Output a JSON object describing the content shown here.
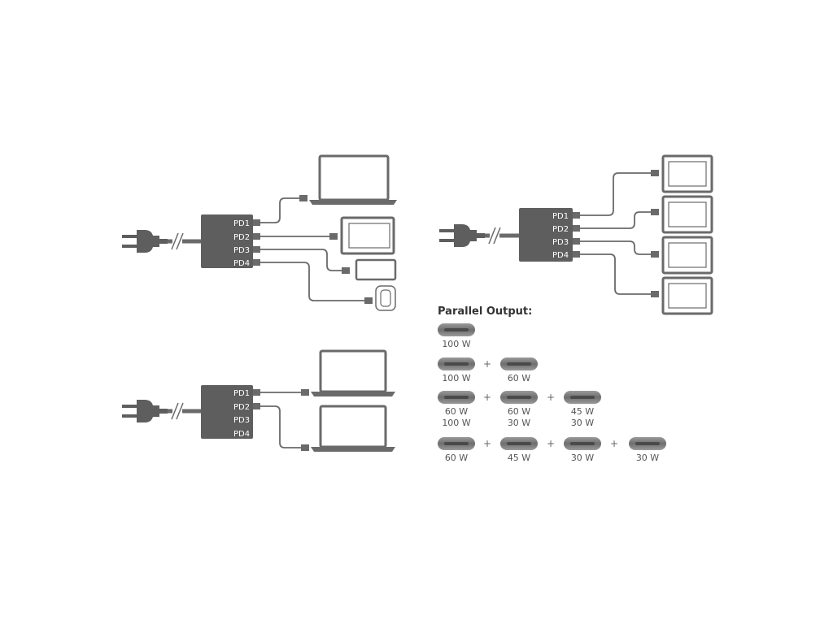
{
  "ports": [
    "PD1",
    "PD2",
    "PD3",
    "PD4"
  ],
  "parallel_output": {
    "title": "Parallel Output:",
    "plus": "+",
    "rows": [
      [
        [
          "100 W"
        ]
      ],
      [
        [
          "100 W"
        ],
        [
          "60 W"
        ]
      ],
      [
        [
          "60 W",
          "100 W"
        ],
        [
          "60 W",
          "30 W"
        ],
        [
          "45 W",
          "30 W"
        ]
      ],
      [
        [
          "60 W"
        ],
        [
          "45 W"
        ],
        [
          "30 W"
        ],
        [
          "30 W"
        ]
      ]
    ]
  },
  "colors": {
    "hub": "#5e5e5e",
    "cable": "#6a6a6a",
    "device_outline": "#6a6a6a",
    "connector": "#8a8a8a",
    "text": "#555555"
  }
}
